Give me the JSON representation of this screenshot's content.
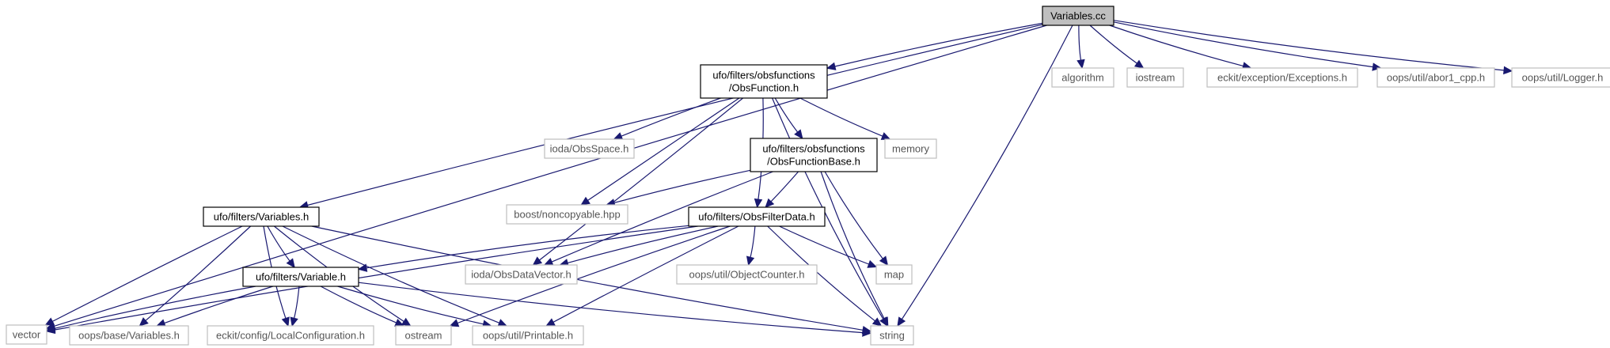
{
  "graph": {
    "title": "",
    "colors": {
      "edge": "#191970",
      "focus_fill": "#bfbfbf",
      "internal_border": "#000000",
      "external_border": "#bfbfbf"
    },
    "nodes": [
      {
        "id": "variables_cc",
        "lines": [
          "Variables.cc"
        ],
        "kind": "focus"
      },
      {
        "id": "vector",
        "lines": [
          "vector"
        ],
        "kind": "external"
      },
      {
        "id": "ufo_variables_h",
        "lines": [
          "ufo/filters/Variables.h"
        ],
        "kind": "internal"
      },
      {
        "id": "obsfunction_h",
        "lines": [
          "ufo/filters/obsfunctions",
          "/ObsFunction.h"
        ],
        "kind": "internal"
      },
      {
        "id": "string",
        "lines": [
          "string"
        ],
        "kind": "external"
      },
      {
        "id": "algorithm",
        "lines": [
          "algorithm"
        ],
        "kind": "external"
      },
      {
        "id": "iostream",
        "lines": [
          "iostream"
        ],
        "kind": "external"
      },
      {
        "id": "exceptions_h",
        "lines": [
          "eckit/exception/Exceptions.h"
        ],
        "kind": "external"
      },
      {
        "id": "abor1_h",
        "lines": [
          "oops/util/abor1_cpp.h"
        ],
        "kind": "external"
      },
      {
        "id": "logger_h",
        "lines": [
          "oops/util/Logger.h"
        ],
        "kind": "external"
      },
      {
        "id": "obsspace_h",
        "lines": [
          "ioda/ObsSpace.h"
        ],
        "kind": "external"
      },
      {
        "id": "obsfunctionbase_h",
        "lines": [
          "ufo/filters/obsfunctions",
          "/ObsFunctionBase.h"
        ],
        "kind": "internal"
      },
      {
        "id": "memory",
        "lines": [
          "memory"
        ],
        "kind": "external"
      },
      {
        "id": "noncopyable",
        "lines": [
          "boost/noncopyable.hpp"
        ],
        "kind": "external"
      },
      {
        "id": "obsfilterdata_h",
        "lines": [
          "ufo/filters/ObsFilterData.h"
        ],
        "kind": "internal"
      },
      {
        "id": "obsdatavector_h",
        "lines": [
          "ioda/ObsDataVector.h"
        ],
        "kind": "external"
      },
      {
        "id": "objectcounter_h",
        "lines": [
          "oops/util/ObjectCounter.h"
        ],
        "kind": "external"
      },
      {
        "id": "map",
        "lines": [
          "map"
        ],
        "kind": "external"
      },
      {
        "id": "ufo_variable_h",
        "lines": [
          "ufo/filters/Variable.h"
        ],
        "kind": "internal"
      },
      {
        "id": "oops_variables_h",
        "lines": [
          "oops/base/Variables.h"
        ],
        "kind": "external"
      },
      {
        "id": "localconfig_h",
        "lines": [
          "eckit/config/LocalConfiguration.h"
        ],
        "kind": "external"
      },
      {
        "id": "ostream",
        "lines": [
          "ostream"
        ],
        "kind": "external"
      },
      {
        "id": "printable_h",
        "lines": [
          "oops/util/Printable.h"
        ],
        "kind": "external"
      }
    ],
    "edges": [
      [
        "variables_cc",
        "vector"
      ],
      [
        "variables_cc",
        "ufo_variables_h"
      ],
      [
        "variables_cc",
        "obsfunction_h"
      ],
      [
        "variables_cc",
        "string"
      ],
      [
        "variables_cc",
        "algorithm"
      ],
      [
        "variables_cc",
        "iostream"
      ],
      [
        "variables_cc",
        "exceptions_h"
      ],
      [
        "variables_cc",
        "abor1_h"
      ],
      [
        "variables_cc",
        "logger_h"
      ],
      [
        "obsfunction_h",
        "obsspace_h"
      ],
      [
        "obsfunction_h",
        "obsfunctionbase_h"
      ],
      [
        "obsfunction_h",
        "memory"
      ],
      [
        "obsfunction_h",
        "noncopyable"
      ],
      [
        "obsfunction_h",
        "obsdatavector_h"
      ],
      [
        "obsfunction_h",
        "obsfilterdata_h"
      ],
      [
        "obsfunction_h",
        "string"
      ],
      [
        "obsfunctionbase_h",
        "noncopyable"
      ],
      [
        "obsfunctionbase_h",
        "obsdatavector_h"
      ],
      [
        "obsfunctionbase_h",
        "obsfilterdata_h"
      ],
      [
        "obsfunctionbase_h",
        "map"
      ],
      [
        "obsfunctionbase_h",
        "string"
      ],
      [
        "obsfilterdata_h",
        "ufo_variable_h"
      ],
      [
        "obsfilterdata_h",
        "obsdatavector_h"
      ],
      [
        "obsfilterdata_h",
        "objectcounter_h"
      ],
      [
        "obsfilterdata_h",
        "map"
      ],
      [
        "obsfilterdata_h",
        "string"
      ],
      [
        "obsfilterdata_h",
        "vector"
      ],
      [
        "obsfilterdata_h",
        "ostream"
      ],
      [
        "obsfilterdata_h",
        "printable_h"
      ],
      [
        "ufo_variables_h",
        "vector"
      ],
      [
        "ufo_variables_h",
        "ufo_variable_h"
      ],
      [
        "ufo_variables_h",
        "oops_variables_h"
      ],
      [
        "ufo_variables_h",
        "localconfig_h"
      ],
      [
        "ufo_variables_h",
        "ostream"
      ],
      [
        "ufo_variables_h",
        "printable_h"
      ],
      [
        "ufo_variables_h",
        "string"
      ],
      [
        "ufo_variable_h",
        "vector"
      ],
      [
        "ufo_variable_h",
        "oops_variables_h"
      ],
      [
        "ufo_variable_h",
        "localconfig_h"
      ],
      [
        "ufo_variable_h",
        "ostream"
      ],
      [
        "ufo_variable_h",
        "printable_h"
      ],
      [
        "ufo_variable_h",
        "string"
      ]
    ]
  }
}
